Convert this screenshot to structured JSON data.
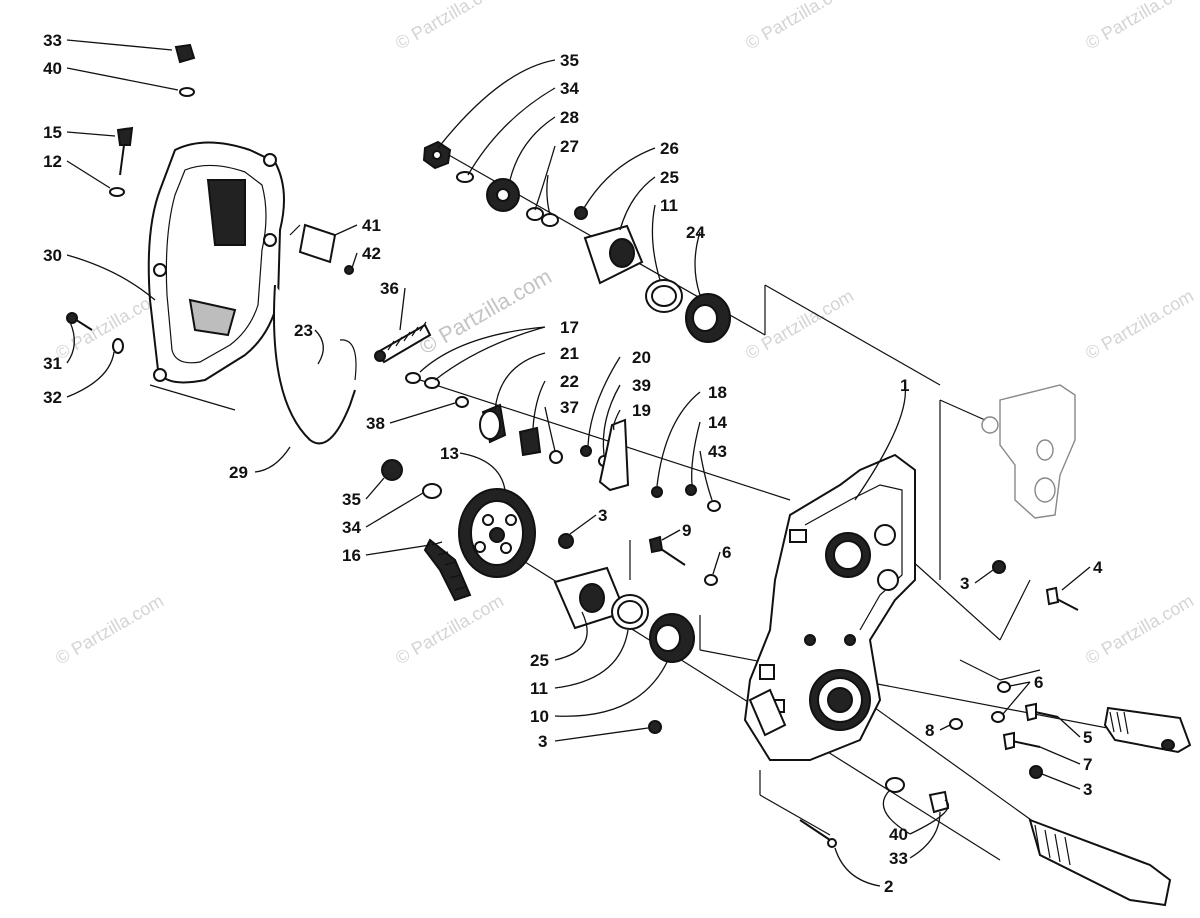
{
  "diagram": {
    "watermark": "© Partzilla.com",
    "callouts": [
      {
        "id": "33a",
        "label": "33"
      },
      {
        "id": "40a",
        "label": "40"
      },
      {
        "id": "15",
        "label": "15"
      },
      {
        "id": "12",
        "label": "12"
      },
      {
        "id": "30",
        "label": "30"
      },
      {
        "id": "31",
        "label": "31"
      },
      {
        "id": "32",
        "label": "32"
      },
      {
        "id": "41",
        "label": "41"
      },
      {
        "id": "42",
        "label": "42"
      },
      {
        "id": "36",
        "label": "36"
      },
      {
        "id": "23",
        "label": "23"
      },
      {
        "id": "29",
        "label": "29"
      },
      {
        "id": "35a",
        "label": "35"
      },
      {
        "id": "34a",
        "label": "34"
      },
      {
        "id": "28",
        "label": "28"
      },
      {
        "id": "27",
        "label": "27"
      },
      {
        "id": "26",
        "label": "26"
      },
      {
        "id": "25a",
        "label": "25"
      },
      {
        "id": "11a",
        "label": "11"
      },
      {
        "id": "24",
        "label": "24"
      },
      {
        "id": "17",
        "label": "17"
      },
      {
        "id": "21",
        "label": "21"
      },
      {
        "id": "20",
        "label": "20"
      },
      {
        "id": "22",
        "label": "22"
      },
      {
        "id": "39",
        "label": "39"
      },
      {
        "id": "37",
        "label": "37"
      },
      {
        "id": "19",
        "label": "19"
      },
      {
        "id": "18",
        "label": "18"
      },
      {
        "id": "14",
        "label": "14"
      },
      {
        "id": "43",
        "label": "43"
      },
      {
        "id": "38",
        "label": "38"
      },
      {
        "id": "1",
        "label": "1"
      },
      {
        "id": "13",
        "label": "13"
      },
      {
        "id": "35b",
        "label": "35"
      },
      {
        "id": "34b",
        "label": "34"
      },
      {
        "id": "16",
        "label": "16"
      },
      {
        "id": "3a",
        "label": "3"
      },
      {
        "id": "9",
        "label": "9"
      },
      {
        "id": "6a",
        "label": "6"
      },
      {
        "id": "3b",
        "label": "3"
      },
      {
        "id": "4",
        "label": "4"
      },
      {
        "id": "25b",
        "label": "25"
      },
      {
        "id": "11b",
        "label": "11"
      },
      {
        "id": "10",
        "label": "10"
      },
      {
        "id": "6b",
        "label": "6"
      },
      {
        "id": "5",
        "label": "5"
      },
      {
        "id": "3c",
        "label": "3"
      },
      {
        "id": "8",
        "label": "8"
      },
      {
        "id": "7",
        "label": "7"
      },
      {
        "id": "3d",
        "label": "3"
      },
      {
        "id": "40b",
        "label": "40"
      },
      {
        "id": "33b",
        "label": "33"
      },
      {
        "id": "2",
        "label": "2"
      }
    ]
  }
}
